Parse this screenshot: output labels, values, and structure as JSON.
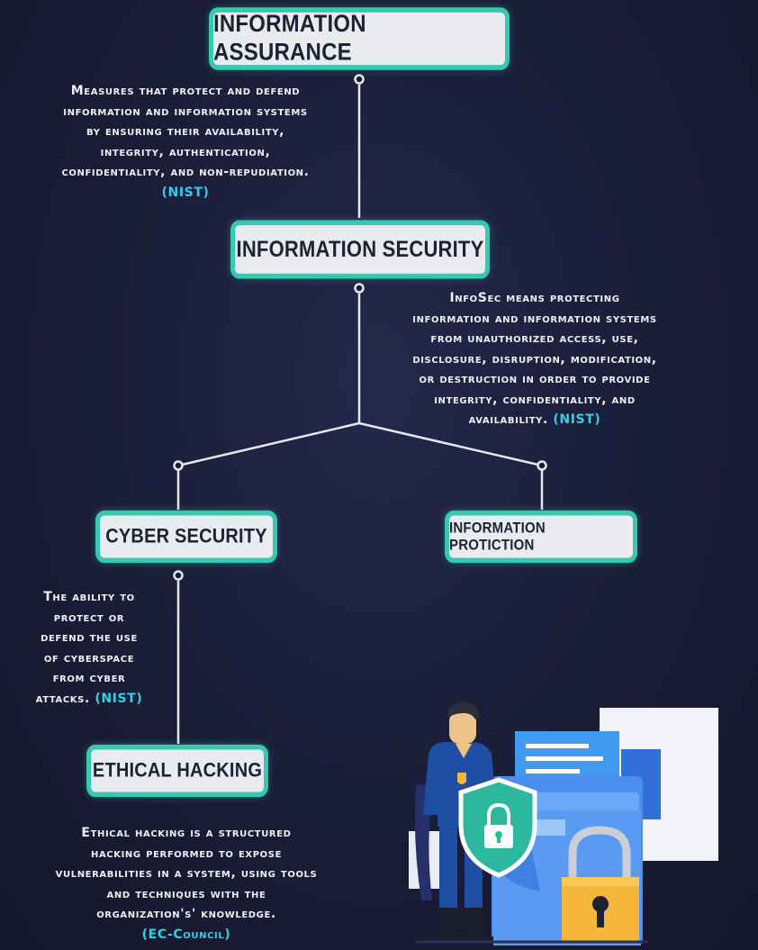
{
  "nodes": {
    "information_assurance": {
      "title": "INFORMATION ASSURANCE",
      "description": [
        "Measures that protect and defend",
        "information and information systems",
        "by ensuring their availability,",
        "integrity, authentication,",
        "confidentiality, and non-repudiation."
      ],
      "citation": "(NIST)"
    },
    "information_security": {
      "title": "INFORMATION SECURITY",
      "description": [
        "InfoSec means protecting",
        "information and information systems",
        "from unauthorized access, use,",
        "disclosure, disruption, modification,",
        "or destruction in order to provide",
        "integrity, confidentiality, and",
        "availability."
      ],
      "citation": "(NIST)"
    },
    "cyber_security": {
      "title": "CYBER SECURITY",
      "description": [
        "The ability to",
        "protect or",
        "defend the use",
        "of cyberspace",
        "from cyber",
        "attacks."
      ],
      "citation": "(NIST)"
    },
    "information_protiction": {
      "title": "INFORMATION PROTICTION"
    },
    "ethical_hacking": {
      "title": "ETHICAL HACKING",
      "description": [
        "Ethical hacking is a structured",
        "hacking performed to expose",
        "vulnerabilities in a system, using tools",
        "and techniques with the",
        "organization's' knowledge."
      ],
      "citation": "(EC-Council)"
    }
  },
  "colors": {
    "background": "#1a1d37",
    "box_border": "#36c9b0",
    "box_fill": "#e9ebee",
    "citation": "#2fd0e8",
    "connector": "#e6e8ee"
  }
}
